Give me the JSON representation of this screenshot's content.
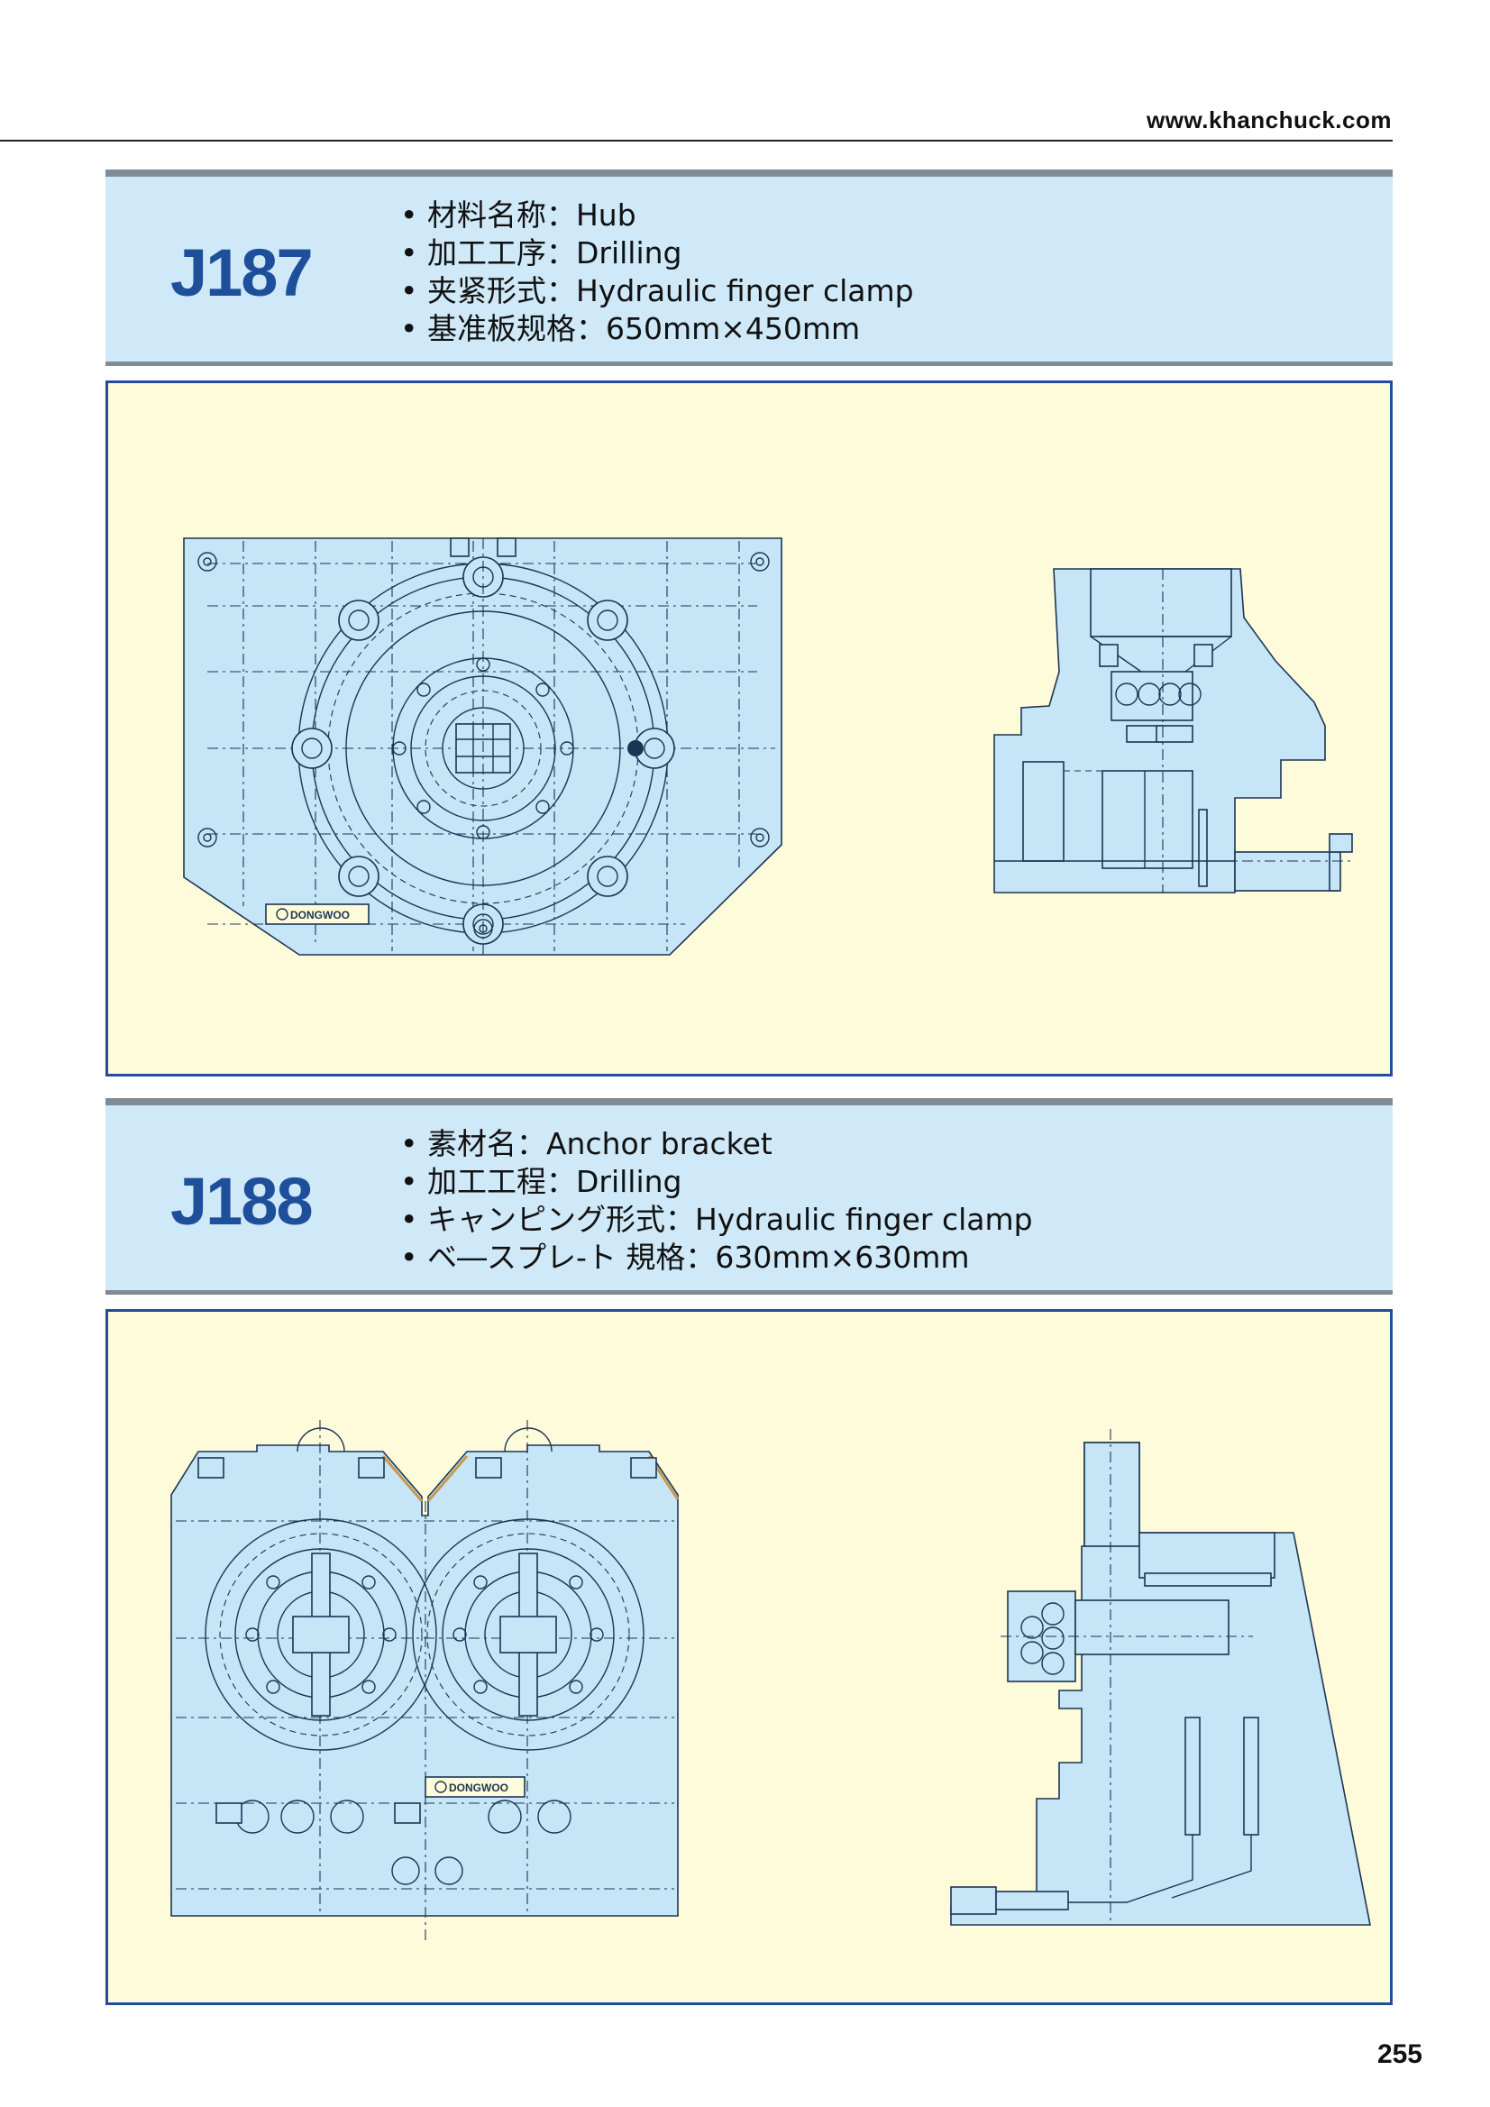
{
  "site": {
    "url": "www.khanchuck.com"
  },
  "sections": [
    {
      "code": "J187",
      "specs": [
        "材料名称：Hub",
        "加工工序：Drilling",
        "夹紧形式：Hydraulic finger clamp",
        "基准板规格：650mm×450mm"
      ],
      "drawing": {
        "brand": "DONGWOO",
        "views": [
          "plan-view",
          "side-view"
        ]
      }
    },
    {
      "code": "J188",
      "specs": [
        "素材名：Anchor bracket",
        "加工工程：Drilling",
        "キャンピング形式：Hydraulic finger clamp",
        "ベ―スプレ-ト 規格：630mm×630mm"
      ],
      "drawing": {
        "brand": "DONGWOO",
        "views": [
          "plan-view",
          "side-view"
        ]
      }
    }
  ],
  "page_number": "255",
  "colors": {
    "header_bg": "#cfe9f8",
    "panel_bg": "#fdfbd9",
    "panel_border": "#1f4e9e",
    "code_text": "#1d4f9a",
    "part_fill": "#c6e5f7"
  }
}
